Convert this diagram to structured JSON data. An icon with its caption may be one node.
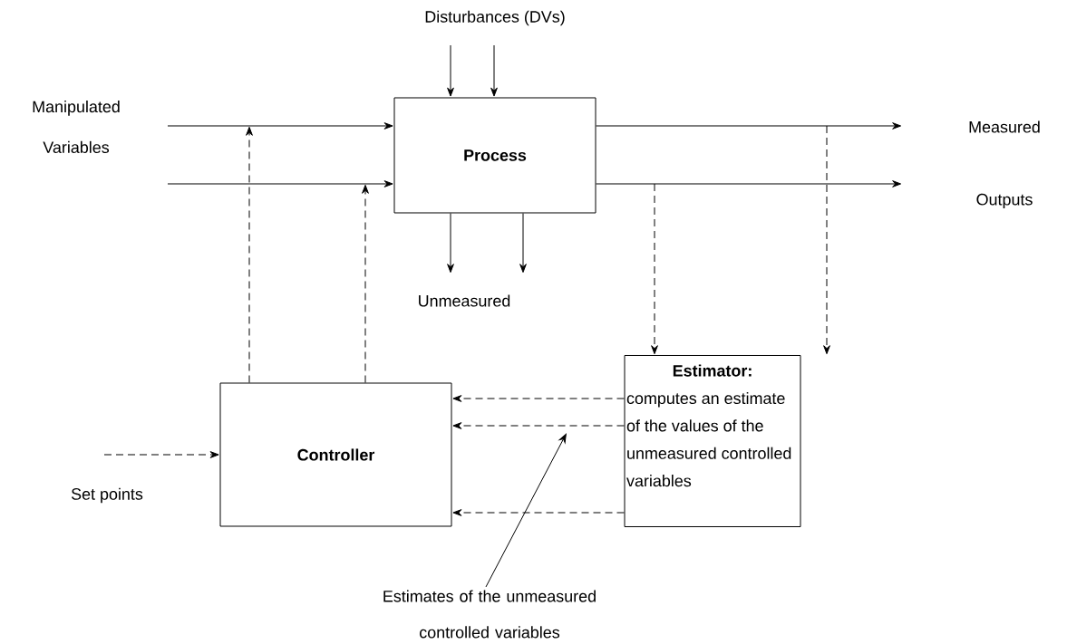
{
  "diagram": {
    "nodes": [
      {
        "text": [
          "Process"
        ]
      },
      {
        "text": [
          "Controller"
        ]
      },
      {
        "text": [
          "Estimator:",
          "computes an estimate of the values of the unmeasured controlled variables"
        ]
      },
      {
        "text": [
          "Estimates of the unmeasured controlled variables"
        ]
      }
    ],
    "edges": [
      {
        "from": null,
        "to": 0,
        "arrow": "to"
      },
      {
        "from": null,
        "to": 0,
        "arrow": "to"
      },
      {
        "from": null,
        "to": 0,
        "arrow": "to"
      },
      {
        "from": null,
        "to": 0,
        "arrow": "to"
      },
      {
        "from": 0,
        "to": null,
        "arrow": "to"
      },
      {
        "from": 0,
        "to": null,
        "arrow": "to"
      },
      {
        "from": 0,
        "to": null,
        "arrow": "to"
      },
      {
        "from": 0,
        "to": null,
        "arrow": "to"
      },
      {
        "from": 1,
        "to": null,
        "arrow": "to",
        "style": "dashed"
      },
      {
        "from": 1,
        "to": null,
        "arrow": "to",
        "style": "dashed"
      },
      {
        "from": null,
        "to": 2,
        "arrow": "to",
        "style": "dashed"
      },
      {
        "from": null,
        "to": 2,
        "arrow": "to",
        "style": "dashed"
      },
      {
        "from": 2,
        "to": 1,
        "arrow": "to",
        "style": "dashed"
      },
      {
        "from": 2,
        "to": 1,
        "arrow": "to",
        "style": "dashed"
      },
      {
        "from": 2,
        "to": 1,
        "arrow": "to",
        "style": "dashed"
      },
      {
        "from": null,
        "to": 1,
        "arrow": "to",
        "style": "dashed"
      },
      {
        "from": 3,
        "to": null,
        "arrow": "to"
      }
    ],
    "labels": [
      "Disturbances (DVs)",
      "Manipulated Variables",
      "Measured",
      "Outputs",
      "Unmeasured",
      "Set points"
    ]
  }
}
